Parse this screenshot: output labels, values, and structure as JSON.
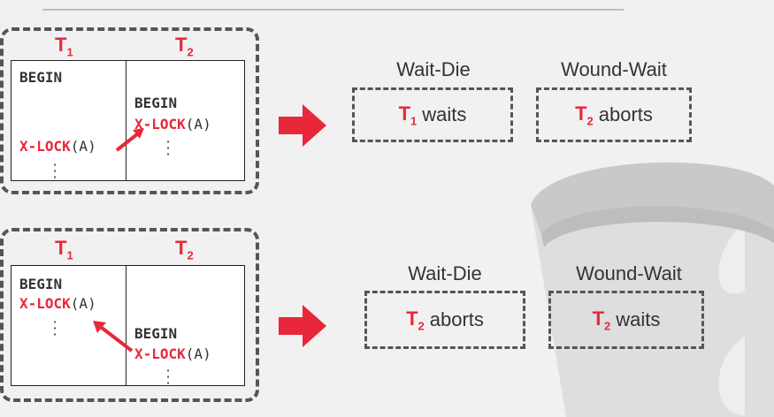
{
  "colors": {
    "accent": "#e8283a",
    "border": "#555555",
    "text": "#333333"
  },
  "icons": {
    "transition": "right-arrow-icon",
    "watermark": "database-icon"
  },
  "tx": {
    "prefix": "T",
    "one": "1",
    "two": "2"
  },
  "code": {
    "begin": "BEGIN",
    "xlock": "X-LOCK",
    "arg": "(A)"
  },
  "scenario1": {
    "wait_die": {
      "title": "Wait-Die",
      "tx": "1",
      "outcome": "waits"
    },
    "wound_wait": {
      "title": "Wound-Wait",
      "tx": "2",
      "outcome": "aborts"
    }
  },
  "scenario2": {
    "wait_die": {
      "title": "Wait-Die",
      "tx": "2",
      "outcome": "aborts"
    },
    "wound_wait": {
      "title": "Wound-Wait",
      "tx": "2",
      "outcome": "waits"
    }
  }
}
